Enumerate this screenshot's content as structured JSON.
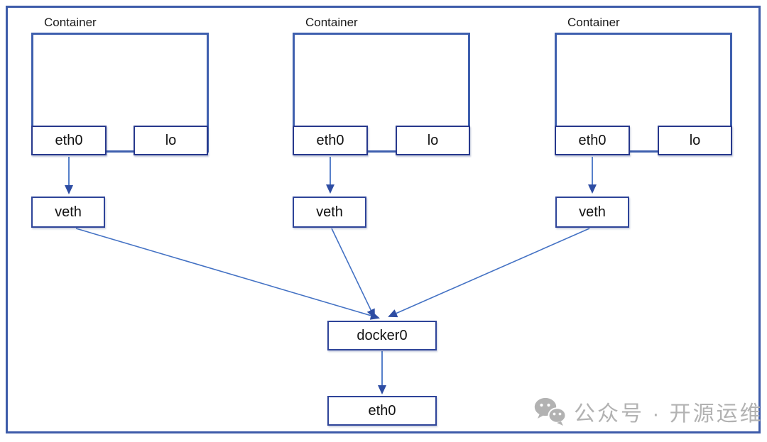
{
  "diagram": {
    "containers": [
      {
        "label": "Container",
        "eth0_label": "eth0",
        "lo_label": "lo",
        "veth_label": "veth"
      },
      {
        "label": "Container",
        "eth0_label": "eth0",
        "lo_label": "lo",
        "veth_label": "veth"
      },
      {
        "label": "Container",
        "eth0_label": "eth0",
        "lo_label": "lo",
        "veth_label": "veth"
      }
    ],
    "bridge": {
      "label": "docker0"
    },
    "host_interface": {
      "label": "eth0"
    },
    "edges": [
      {
        "from": "container-1-eth0",
        "to": "veth-1"
      },
      {
        "from": "container-2-eth0",
        "to": "veth-2"
      },
      {
        "from": "container-3-eth0",
        "to": "veth-3"
      },
      {
        "from": "veth-1",
        "to": "docker0"
      },
      {
        "from": "veth-2",
        "to": "docker0"
      },
      {
        "from": "veth-3",
        "to": "docker0"
      },
      {
        "from": "docker0",
        "to": "host-eth0"
      }
    ]
  },
  "watermark": {
    "icon": "wechat-icon",
    "text": "公众号 · 开源运维"
  },
  "colors": {
    "frame_border": "#3d5ba9",
    "container_border": "#3e5fae",
    "box_border": "#27388c",
    "arrow_line": "#4472c4",
    "arrow_head": "#2e4da3",
    "watermark_gray": "#b2b2b2",
    "text": "#111111"
  }
}
